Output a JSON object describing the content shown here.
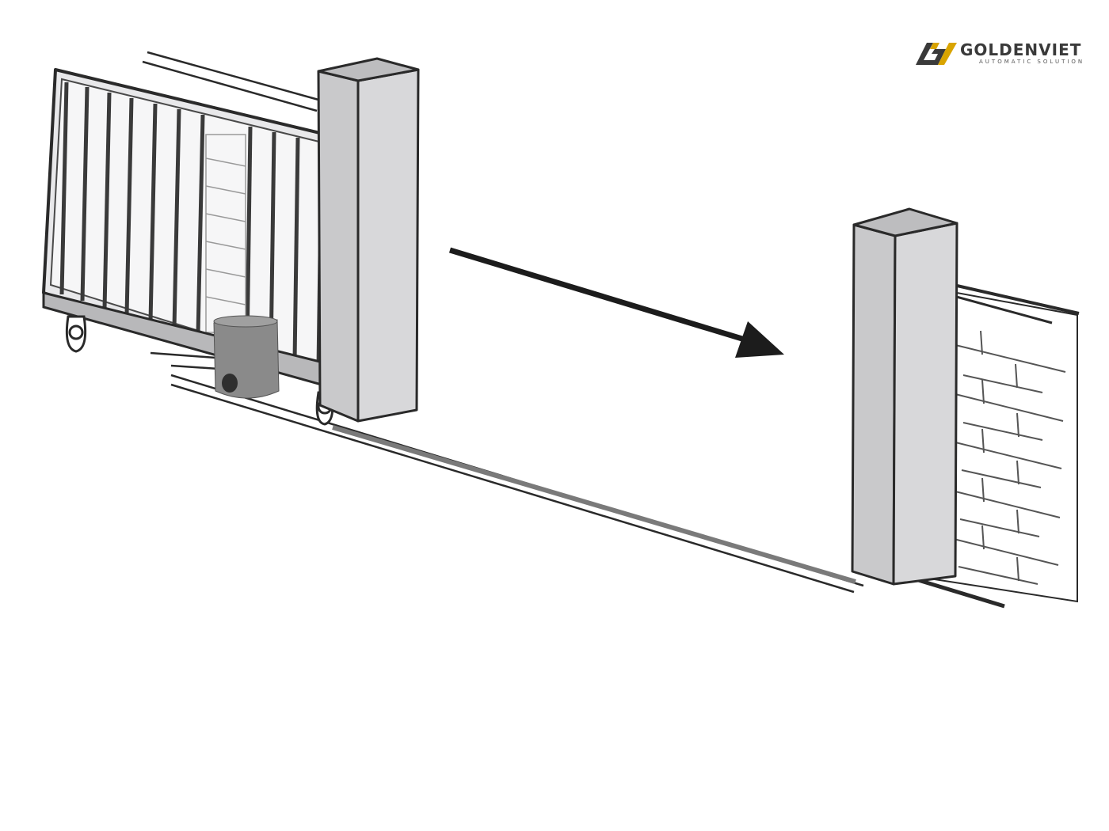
{
  "logo": {
    "name": "GOLDENVIET",
    "tagline": "AUTOMATIC SOLUTION",
    "icon": "gv-logo-mark",
    "gold": "#d9a400",
    "gray": "#3a3a3a"
  },
  "colors": {
    "line": "#2a2a2a",
    "post_light": "#d8d8da",
    "post_mid": "#c4c4c6",
    "post_dark": "#a9a9ab",
    "motor": "#8a8a8a",
    "arrow": "#1c1c1c"
  }
}
